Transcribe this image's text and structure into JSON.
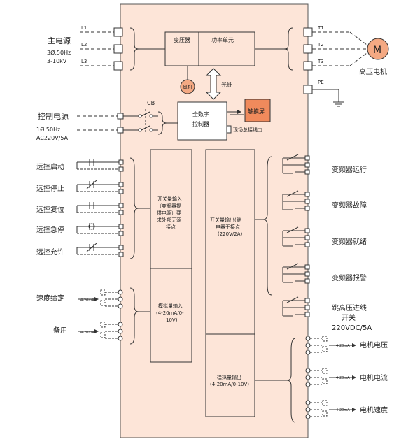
{
  "colors": {
    "panel_fill": "#fde5d8",
    "panel_stroke": "#555555",
    "touch_fill": "#f08a5c",
    "motor_fill": "#f4a983",
    "line": "#333333"
  },
  "left_power": {
    "title": "主电源",
    "spec1": "3Ø,50Hz",
    "spec2": "3-10kV",
    "phases": [
      "L1",
      "L2",
      "L3"
    ]
  },
  "internal": {
    "transformer": "变压器",
    "power_unit": "功率单元",
    "fan": "风机",
    "fiber": "光纤",
    "controller_line1": "全数字",
    "controller_line2": "控制器",
    "touch_screen": "触摸屏",
    "fieldbus": "现场总接线□",
    "cb": "CB"
  },
  "control_power": {
    "title": "控制电源",
    "spec1": "1Ø,50Hz",
    "spec2": "AC220V/5A"
  },
  "output_power": {
    "phases": [
      "T1",
      "T2",
      "T3"
    ],
    "pe": "PE",
    "motor_symbol": "M",
    "motor_label": "高压电机"
  },
  "remote_inputs": [
    "远控启动",
    "远控停止",
    "远控复位",
    "远控急停",
    "远控允许"
  ],
  "analog_inputs": {
    "speed": "速度给定",
    "spare": "备用",
    "range": "4-20mA"
  },
  "status_outputs": [
    "变频器运行",
    "变频器故障",
    "变频器就绪",
    "变频器报警"
  ],
  "trip_output": {
    "line1": "跳高压进线",
    "line2": "开关",
    "line3": "220VDC/5A"
  },
  "analog_outputs": {
    "items": [
      "电机电压",
      "电机电流",
      "电机速度"
    ],
    "range": "4-20mA"
  },
  "blocks": {
    "switch_in": [
      "开关量输入",
      "（变频器提",
      "供电源）要",
      "求外部无源",
      "接点"
    ],
    "analog_in": [
      "模拟量输入",
      "(4-20mA/0-",
      "10V)"
    ],
    "switch_out": [
      "开关量输出(继",
      "电器干接点",
      "(220V/2A)"
    ],
    "analog_out": [
      "模拟量输出",
      "(4-20mA/0-10V)"
    ]
  }
}
